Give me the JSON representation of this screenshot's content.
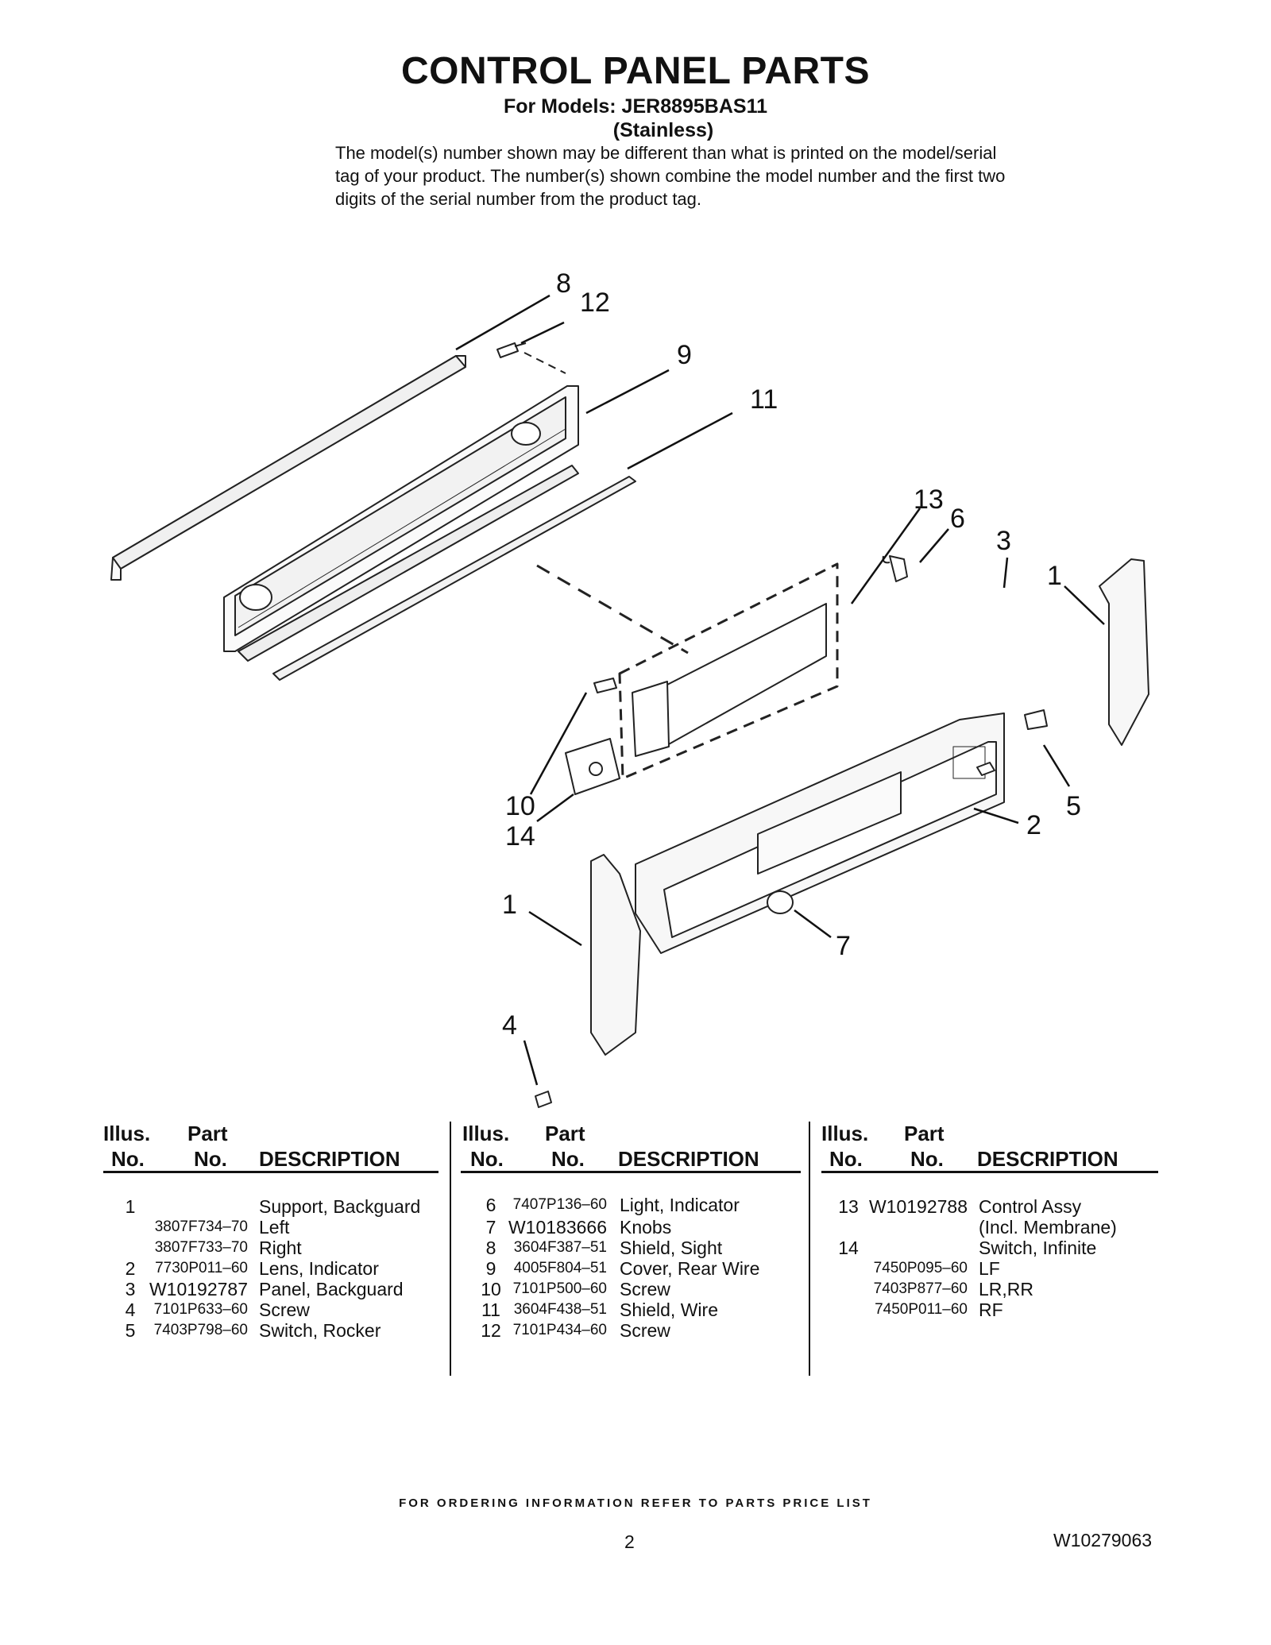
{
  "header": {
    "title": "CONTROL PANEL PARTS",
    "models_line": "For Models: JER8895BAS11",
    "variant": "(Stainless)",
    "notice": "The model(s) number shown may be different than what is printed on the model/serial tag of your product. The number(s) shown combine the model number and the first two digits of the serial number from the product tag."
  },
  "diagram_callouts": [
    "8",
    "12",
    "9",
    "11",
    "13",
    "6",
    "3",
    "1",
    "10",
    "14",
    "5",
    "2",
    "1",
    "7",
    "4"
  ],
  "table_headers": {
    "illus": "Illus.",
    "no": "No.",
    "part": "Part",
    "description": "DESCRIPTION"
  },
  "columns": [
    {
      "rows": [
        {
          "illus": "1",
          "part": "",
          "desc": "Support, Backguard"
        },
        {
          "illus": "",
          "part": "3807F734–70",
          "desc": "Left"
        },
        {
          "illus": "",
          "part": "3807F733–70",
          "desc": "Right"
        },
        {
          "illus": "2",
          "part": "7730P011–60",
          "desc": "Lens, Indicator"
        },
        {
          "illus": "3",
          "part": "W10192787",
          "desc": "Panel, Backguard"
        },
        {
          "illus": "4",
          "part": "7101P633–60",
          "desc": "Screw"
        },
        {
          "illus": "5",
          "part": "7403P798–60",
          "desc": "Switch, Rocker"
        }
      ]
    },
    {
      "rows": [
        {
          "illus": "6",
          "part": "7407P136–60",
          "desc": "Light, Indicator"
        },
        {
          "illus": "7",
          "part": "W10183666",
          "desc": "Knobs"
        },
        {
          "illus": "8",
          "part": "3604F387–51",
          "desc": "Shield, Sight"
        },
        {
          "illus": "9",
          "part": "4005F804–51",
          "desc": "Cover, Rear Wire"
        },
        {
          "illus": "10",
          "part": "7101P500–60",
          "desc": "Screw"
        },
        {
          "illus": "11",
          "part": "3604F438–51",
          "desc": "Shield, Wire"
        },
        {
          "illus": "12",
          "part": "7101P434–60",
          "desc": "Screw"
        }
      ]
    },
    {
      "rows": [
        {
          "illus": "13",
          "part": "W10192788",
          "desc": "Control Assy"
        },
        {
          "illus": "",
          "part": "",
          "desc": "(Incl. Membrane)"
        },
        {
          "illus": "14",
          "part": "",
          "desc": "Switch, Infinite"
        },
        {
          "illus": "",
          "part": "7450P095–60",
          "desc": "LF"
        },
        {
          "illus": "",
          "part": "7403P877–60",
          "desc": "LR,RR"
        },
        {
          "illus": "",
          "part": "7450P011–60",
          "desc": "RF"
        }
      ]
    }
  ],
  "footer": {
    "ordering_note": "FOR ORDERING INFORMATION REFER TO PARTS PRICE LIST",
    "page_number": "2",
    "document_number": "W10279063"
  }
}
